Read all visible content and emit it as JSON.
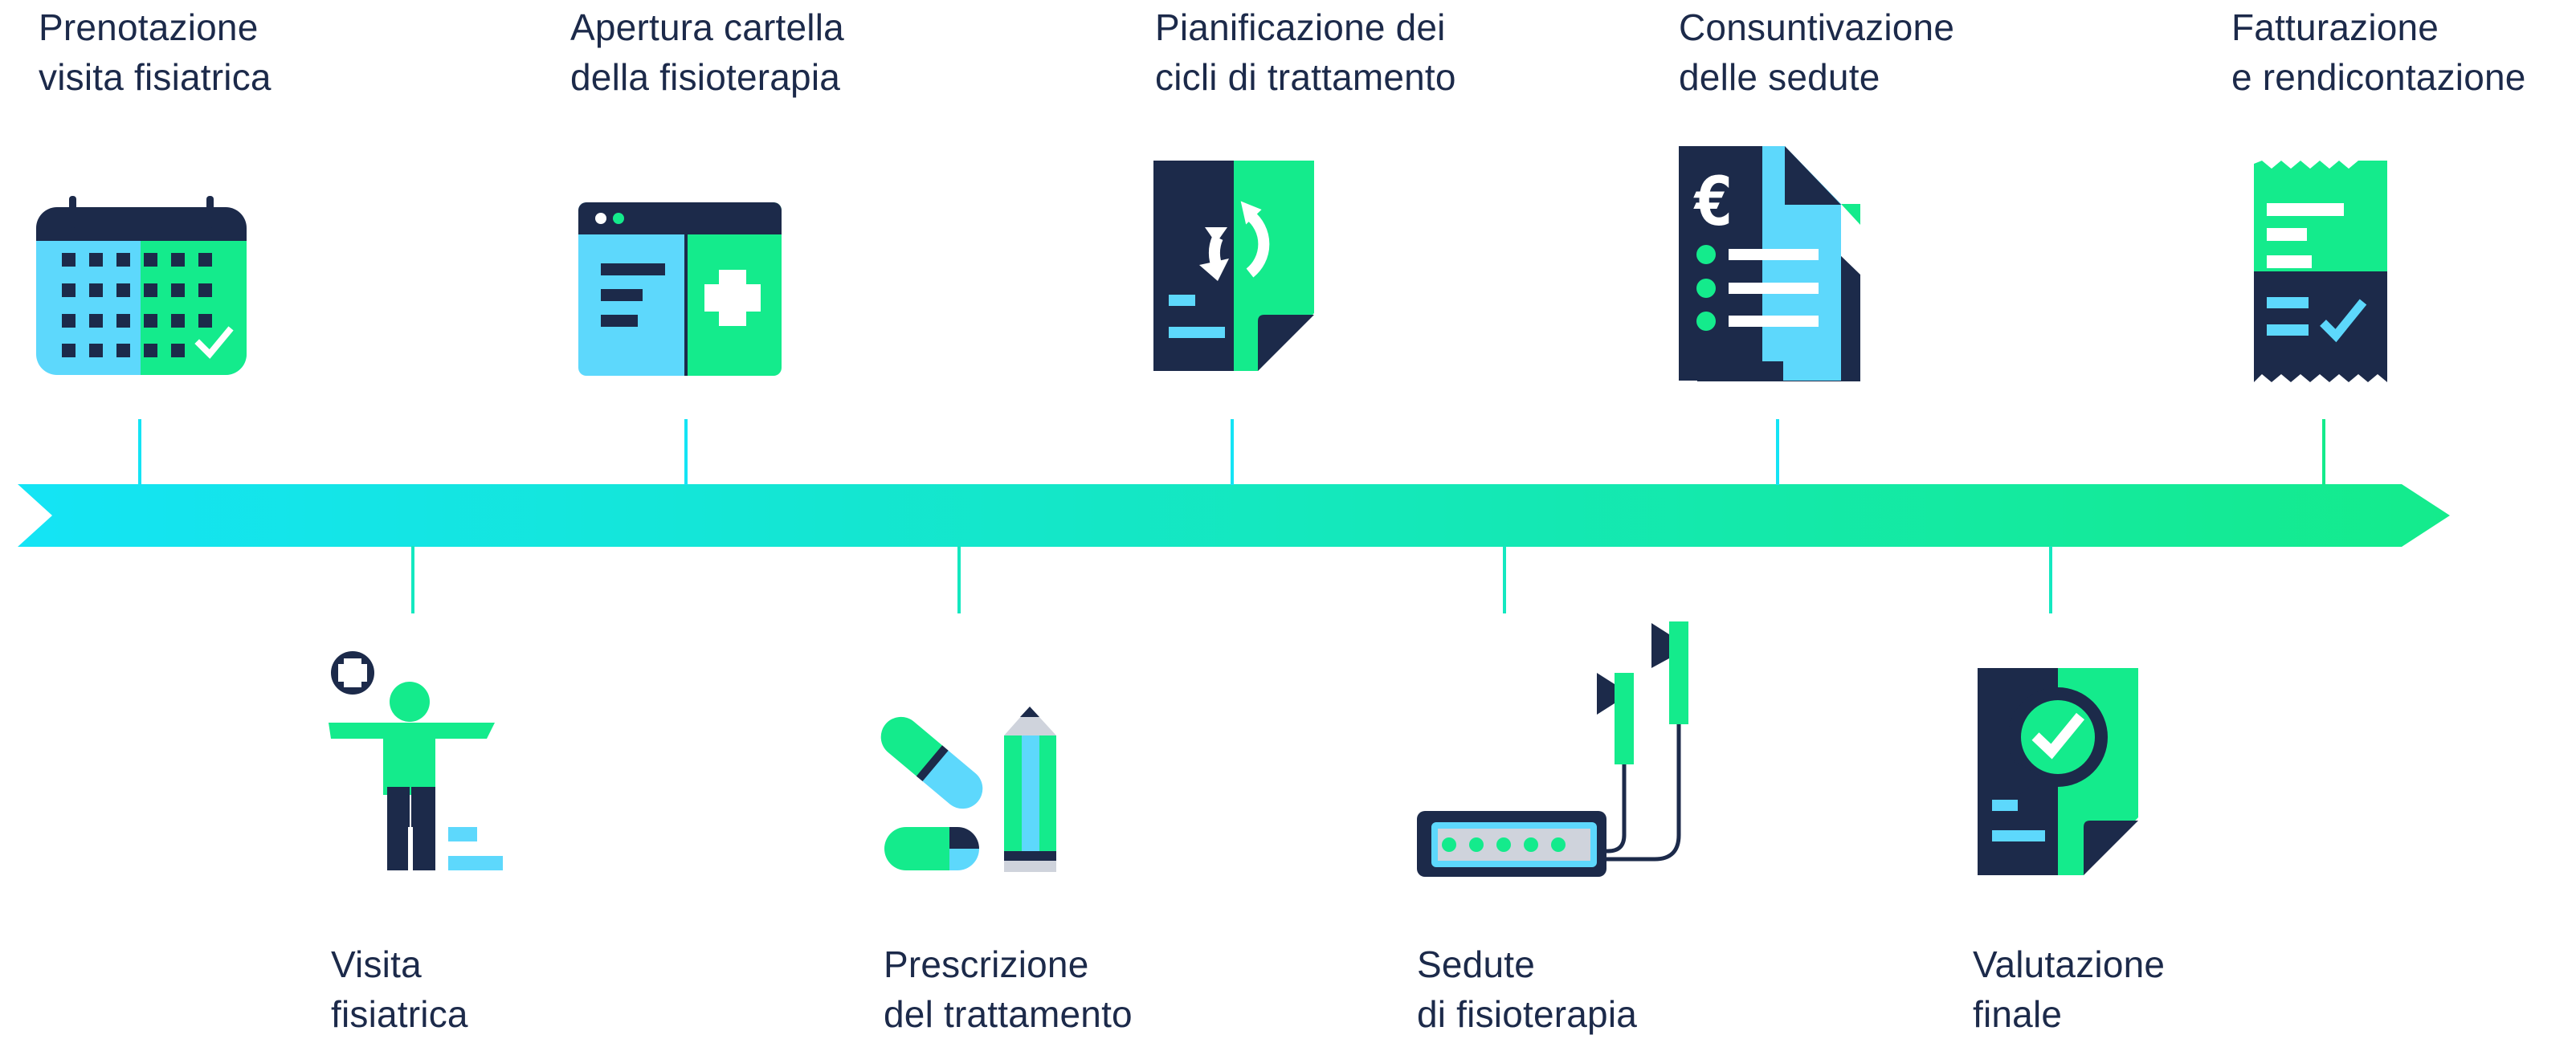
{
  "colors": {
    "navy": "#1c2a4a",
    "cyan": "#5dd8fc",
    "green": "#14eb8c",
    "timeline_start": "#14e4f5",
    "timeline_end": "#14eb8c",
    "grey": "#cfd3dc",
    "white": "#ffffff"
  },
  "timeline": {
    "direction": "left-to-right",
    "steps_above": [
      {
        "line1": "Prenotazione",
        "line2": "visita fisiatrica",
        "icon": "calendar-icon"
      },
      {
        "line1": "Apertura cartella",
        "line2": "della fisioterapia",
        "icon": "medical-record-window-icon"
      },
      {
        "line1": "Pianificazione dei",
        "line2": "cicli di trattamento",
        "icon": "cycle-document-icon"
      },
      {
        "line1": "Consuntivazione",
        "line2": "delle sedute",
        "icon": "euro-invoice-icon"
      },
      {
        "line1": "Fatturazione",
        "line2": "e rendicontazione",
        "icon": "receipt-check-icon"
      }
    ],
    "steps_below": [
      {
        "line1": "Visita",
        "line2": "fisiatrica",
        "icon": "patient-exam-icon"
      },
      {
        "line1": "Prescrizione",
        "line2": "del trattamento",
        "icon": "pills-pencil-icon"
      },
      {
        "line1": "Sedute",
        "line2": "di fisioterapia",
        "icon": "electrotherapy-device-icon"
      },
      {
        "line1": "Valutazione",
        "line2": "finale",
        "icon": "final-evaluation-icon"
      }
    ]
  }
}
